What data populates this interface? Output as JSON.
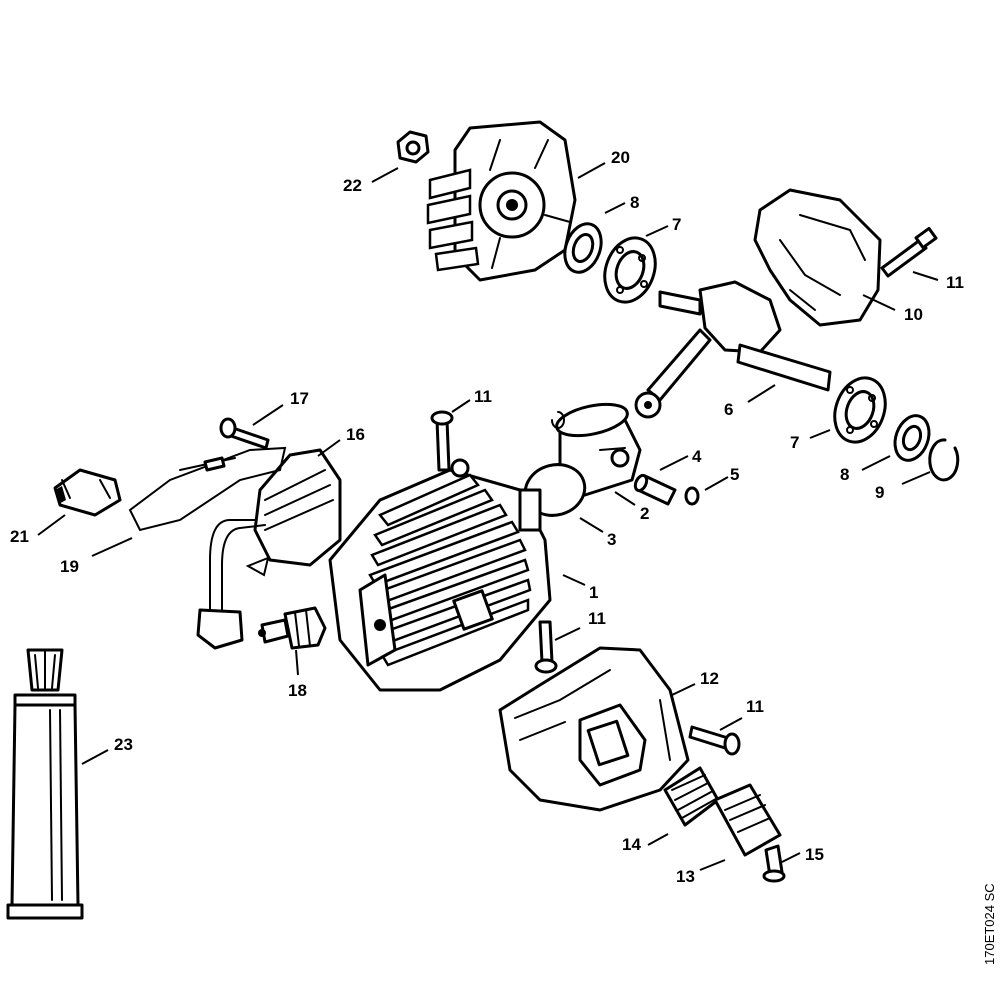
{
  "drawing_code": "170ET024 SC",
  "callouts": [
    {
      "id": "c1",
      "label": "1"
    },
    {
      "id": "c2",
      "label": "2"
    },
    {
      "id": "c3",
      "label": "3"
    },
    {
      "id": "c4",
      "label": "4"
    },
    {
      "id": "c5",
      "label": "5"
    },
    {
      "id": "c6",
      "label": "6"
    },
    {
      "id": "c7a",
      "label": "7"
    },
    {
      "id": "c7b",
      "label": "7"
    },
    {
      "id": "c8a",
      "label": "8"
    },
    {
      "id": "c8b",
      "label": "8"
    },
    {
      "id": "c9",
      "label": "9"
    },
    {
      "id": "c10",
      "label": "10"
    },
    {
      "id": "c11a",
      "label": "11"
    },
    {
      "id": "c11b",
      "label": "11"
    },
    {
      "id": "c11c",
      "label": "11"
    },
    {
      "id": "c11d",
      "label": "11"
    },
    {
      "id": "c12",
      "label": "12"
    },
    {
      "id": "c13",
      "label": "13"
    },
    {
      "id": "c14",
      "label": "14"
    },
    {
      "id": "c15",
      "label": "15"
    },
    {
      "id": "c16",
      "label": "16"
    },
    {
      "id": "c17",
      "label": "17"
    },
    {
      "id": "c18",
      "label": "18"
    },
    {
      "id": "c19",
      "label": "19"
    },
    {
      "id": "c20",
      "label": "20"
    },
    {
      "id": "c21",
      "label": "21"
    },
    {
      "id": "c22",
      "label": "22"
    },
    {
      "id": "c23",
      "label": "23"
    }
  ]
}
